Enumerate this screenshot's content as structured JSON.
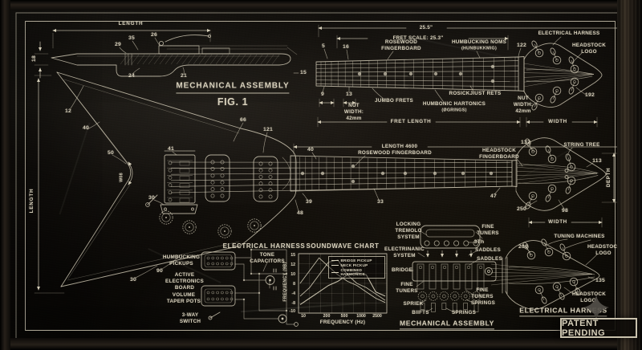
{
  "colors": {
    "ink": "#d9d2bd",
    "board": "#1a1612",
    "frame": "#262019",
    "sparkle": "#54504a"
  },
  "fig1": {
    "title": "MECHANICAL ASSEMBLY",
    "caption": "FIG. 1"
  },
  "dims": {
    "length_top": "LENGTH",
    "height_18": "18",
    "length_side": "LENGTH",
    "overall": "25.5\"",
    "fret_scale": "FRET SCALE: 25.3\"",
    "fret_length": "FRET LENGTH",
    "width_head1": "WIDTH",
    "nut_width_left": "NUT WIDTH: 42mm",
    "nut_width_right": "NUT WIDTH: 42mm",
    "length_neck": "LENGTH 4600",
    "depth": "DEPTH",
    "width_head2": "WIDTH"
  },
  "callouts": {
    "c5": "5",
    "c9": "9",
    "c12": "12",
    "c13": "13",
    "c15": "15",
    "c16": "16",
    "c21": "21",
    "c24": "24",
    "c26": "26",
    "c29": "29",
    "c30_bridge": "30",
    "c30_wing": "30",
    "c33": "33",
    "c35": "35",
    "c39": "39",
    "c40_wing": "40",
    "c40_neck": "40",
    "c41": "41",
    "c47": "47",
    "c48": "48",
    "c50": "50",
    "c66": "66",
    "c90": "90",
    "c98": "98",
    "c113": "113",
    "c121": "121",
    "c122": "122",
    "c132": "132",
    "c135": "135",
    "c192": "192",
    "c200": "200",
    "c250": "250",
    "c3th": "3Th",
    "notch_angle": "W08"
  },
  "labels": {
    "rosewood_top": "ROSEWOOD FINGERBOARD",
    "humbucking_noms": "HUMBUCKING NOMS",
    "humbucking_noms_sub": "(HUNBUKKMIG)",
    "electrical_harness_top": "ELECTRICAL HARNESS",
    "headstock_logo_top": "HEADSTOCK LOGO",
    "jumbo_frets": "JUMBO FRETS",
    "rosickjiust": "ROSICKJIUST RETS",
    "humbonic": "HUMBONIC HARTONICS",
    "humbonic_sub": "(ØGRINGS)",
    "rosewood_mid": "ROSEWOOD FINGERBOARD",
    "headstock_fingerboard": "HEADSTOCK FINGERBOARD",
    "string_tree": "STRING TREE"
  },
  "circuit": {
    "title": "ELECTRICAL HARNESS",
    "humbucking_pickups": "HUMBUCKING PICKUPS",
    "tone_capacitors": "TONE CAPACITORS",
    "active_board": "ACTIVE ELECTRONICS BOARD",
    "volume_pots": "VOLUME TAPER POTS",
    "three_way": "3-WAY SWITCH"
  },
  "tremolo": {
    "locking": "LOCKING TREMOLO SYSTEM",
    "fine_tuners_a": "FINE TUNERS",
    "fine_tuners_b": "FINE TUNERS",
    "fine_tuners_c": "FINE TUNERS",
    "electrinanic": "ELECTRINANIC SYSTEM",
    "saddles_a": "SADDLES",
    "saddles_b": "SADDLES",
    "bridge": "BRIDGE",
    "spriek": "SPRIEK",
    "springs_a": "SPRINGS",
    "springs_b": "SPRINGS",
    "biifts": "BIIFTS",
    "title": "MECHANICAL ASSEMBLY"
  },
  "headstock3": {
    "tuning_machines": "TUNING MACHINES",
    "logo_a": "HEADSTOCK LOGO",
    "logo_b": "HEADSTOCK LOGO",
    "title": "ELECTRICAL HARNESS"
  },
  "stamp": "PATENT PENDING",
  "chart_data": {
    "type": "line",
    "title": "SOUNDWAVE CHART",
    "xlabel": "FREQUENCY (Hz)",
    "ylabel": "FREQUENCY (9B)",
    "x_ticks": [
      "10",
      "200",
      "500",
      "1000",
      "2500"
    ],
    "y_ticks": [
      "15",
      "12",
      "10",
      "8",
      "-4",
      "-8",
      "-10"
    ],
    "ylim": [
      -12,
      16
    ],
    "grid": true,
    "legend_position": "top-right",
    "series": [
      {
        "name": "BRIDGE PICKUP",
        "values": [
          2,
          8,
          14,
          10,
          6,
          3,
          1,
          -2,
          -5,
          -7
        ]
      },
      {
        "name": "NECK PICKUP",
        "values": [
          -4,
          0,
          6,
          12,
          13,
          6,
          2,
          0,
          -3,
          -6
        ]
      },
      {
        "name": "COMBINED HARMONICS",
        "values": [
          -8,
          -5,
          -2,
          1,
          3,
          6,
          7,
          6,
          -2,
          -4
        ]
      }
    ]
  }
}
